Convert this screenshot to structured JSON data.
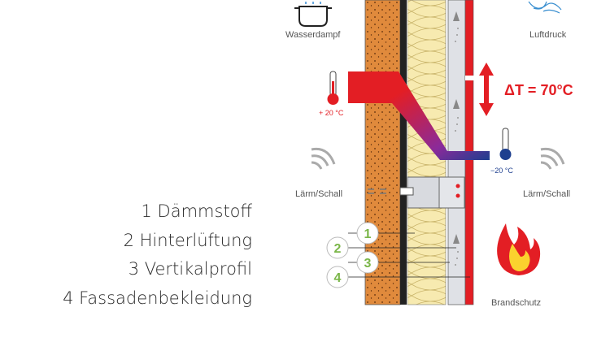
{
  "legend": [
    "1 Dämmstoff",
    "2 Hinterlüftung",
    "3 Vertikalprofil",
    "4 Fassadenbekleidung"
  ],
  "diagram": {
    "labels": {
      "water_vapor": "Wasserdampf",
      "air_pressure": "Luftdruck",
      "noise_left": "Lärm/Schall",
      "noise_right": "Lärm/Schall",
      "fire_protection": "Brandschutz",
      "temp_inside": "+ 20 °C",
      "temp_outside": "−20 °C",
      "delta_t": "ΔT = 70°C"
    },
    "markers": [
      "1",
      "2",
      "3",
      "4"
    ],
    "colors": {
      "brick": "#e08a3c",
      "insulation": "#f7eab0",
      "cladding": "#e31e24",
      "cold": "#1e3f8f",
      "marker": "#7ab648"
    }
  }
}
